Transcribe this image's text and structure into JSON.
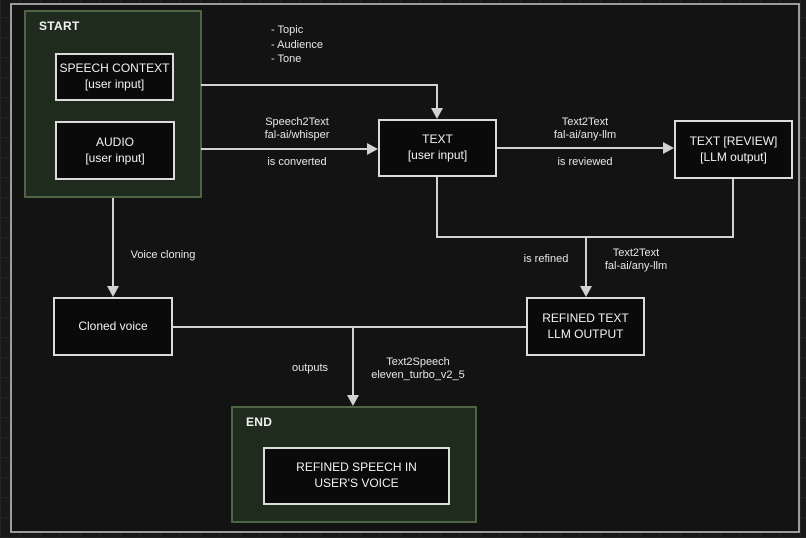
{
  "colors": {
    "page_background": "#131313",
    "outer_background": "#181818",
    "page_border": "#9c9c9c",
    "node_fill": "#0a0a0a",
    "node_border": "#dcdcdc",
    "container_fill": "#1f2c1d",
    "container_border": "#4e6445",
    "edge_line": "#d2d2d2",
    "text": "#f2f2f2"
  },
  "diagram": {
    "start_container": {
      "title": "START"
    },
    "end_container": {
      "title": "END"
    },
    "nodes": {
      "speech_context": {
        "title": "SPEECH CONTEXT",
        "subtitle": "[user input]"
      },
      "audio": {
        "title": "AUDIO",
        "subtitle": "[user input]"
      },
      "text": {
        "title": "TEXT",
        "subtitle": "[user input]"
      },
      "text_review": {
        "title": "TEXT [REVIEW]",
        "subtitle": "[LLM output]"
      },
      "refined_text": {
        "title": "REFINED TEXT",
        "subtitle": "LLM OUTPUT"
      },
      "cloned_voice": {
        "title": "Cloned voice"
      },
      "refined_speech": {
        "title": "REFINED SPEECH IN",
        "subtitle": "USER'S VOICE"
      }
    },
    "labels": {
      "topic": "- Topic",
      "audience": "- Audience",
      "tone": "- Tone",
      "speech2text_line1": "Speech2Text",
      "speech2text_line2": "fal-ai/whisper",
      "is_converted": "is converted",
      "text2text_review_line1": "Text2Text",
      "text2text_review_line2": "fal-ai/any-llm",
      "is_reviewed": "is reviewed",
      "is_refined": "is refined",
      "text2text_refine_line1": "Text2Text",
      "text2text_refine_line2": "fal-ai/any-llm",
      "voice_cloning": "Voice cloning",
      "outputs": "outputs",
      "text2speech_line1": "Text2Speech",
      "text2speech_line2": "eleven_turbo_v2_5"
    }
  }
}
